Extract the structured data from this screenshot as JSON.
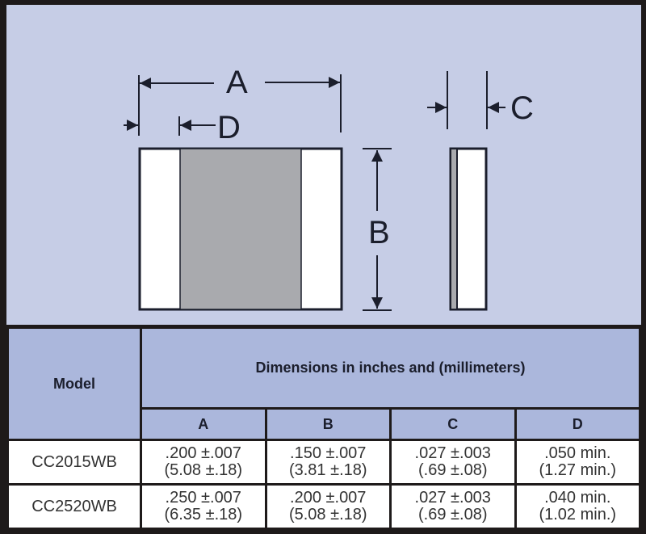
{
  "diagram": {
    "labels": {
      "A": "A",
      "B": "B",
      "C": "C",
      "D": "D"
    },
    "colors": {
      "panel_background": "#c6cde6",
      "body_gray": "#a9aaae",
      "terminal_white": "#ffffff",
      "line": "#1b1e2c"
    }
  },
  "table": {
    "model_header": "Model",
    "group_header": "Dimensions in inches and (millimeters)",
    "columns": [
      "A",
      "B",
      "C",
      "D"
    ],
    "rows": [
      {
        "model": "CC2015WB",
        "A": {
          "in": ".200 ±.007",
          "mm": "(5.08 ±.18)"
        },
        "B": {
          "in": ".150 ±.007",
          "mm": "(3.81 ±.18)"
        },
        "C": {
          "in": ".027 ±.003",
          "mm": "(.69 ±.08)"
        },
        "D": {
          "in": ".050 min.",
          "mm": "(1.27 min.)"
        }
      },
      {
        "model": "CC2520WB",
        "A": {
          "in": ".250 ±.007",
          "mm": "(6.35 ±.18)"
        },
        "B": {
          "in": ".200 ±.007",
          "mm": "(5.08 ±.18)"
        },
        "C": {
          "in": ".027 ±.003",
          "mm": "(.69 ±.08)"
        },
        "D": {
          "in": ".040 min.",
          "mm": "(1.02 min.)"
        }
      }
    ]
  }
}
